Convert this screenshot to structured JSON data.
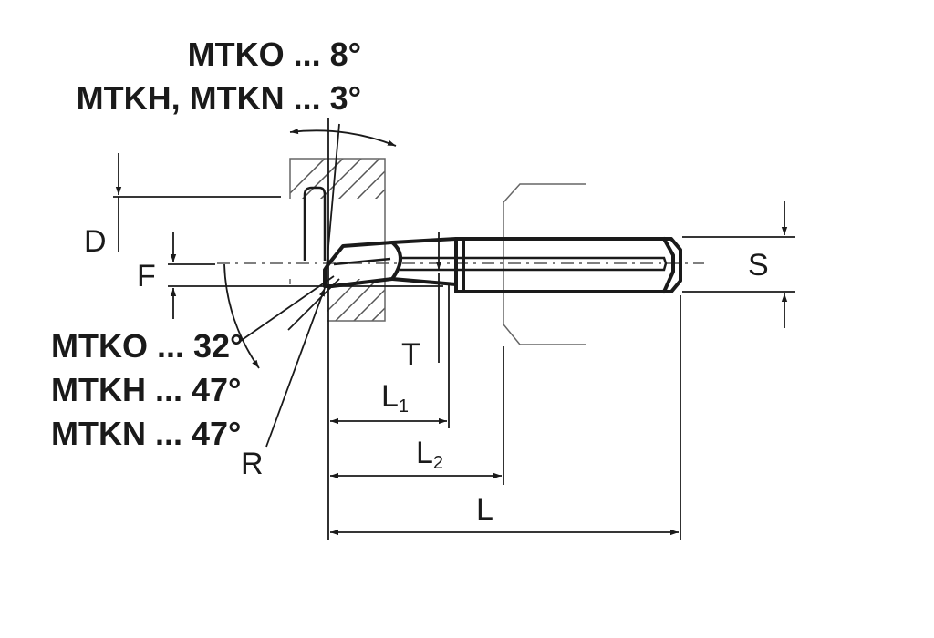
{
  "angles": {
    "clearance_mtko": "MTKO ... 8°",
    "clearance_mtkh_mtkn": "MTKH, MTKN ... 3°",
    "lead_mtko": "MTKO ... 32°",
    "lead_mtkh": "MTKH ... 47°",
    "lead_mtkn": "MTKN ... 47°"
  },
  "dimensions": {
    "D": "D",
    "F": "F",
    "T": "T",
    "S": "S",
    "R": "R",
    "L": "L",
    "L1_base": "L",
    "L1_sub": "1",
    "L2_base": "L",
    "L2_sub": "2"
  }
}
